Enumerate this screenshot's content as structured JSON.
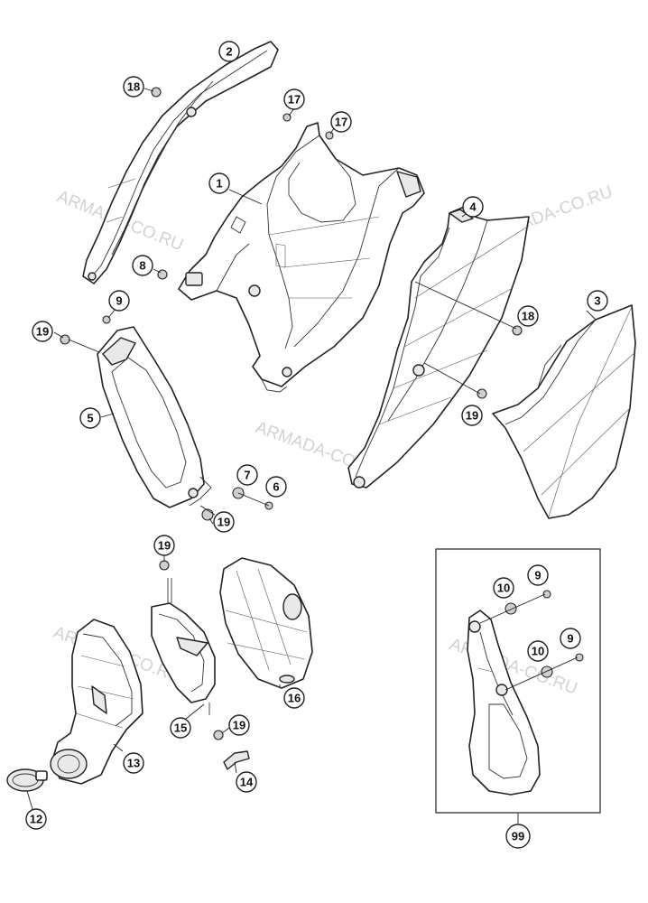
{
  "watermark": "ARMADA-CO.RU",
  "callouts": [
    {
      "id": "c1",
      "label": "1"
    },
    {
      "id": "c2",
      "label": "2"
    },
    {
      "id": "c3",
      "label": "3"
    },
    {
      "id": "c4",
      "label": "4"
    },
    {
      "id": "c5",
      "label": "5"
    },
    {
      "id": "c6",
      "label": "6"
    },
    {
      "id": "c7",
      "label": "7"
    },
    {
      "id": "c8",
      "label": "8"
    },
    {
      "id": "c9a",
      "label": "9"
    },
    {
      "id": "c9b",
      "label": "9"
    },
    {
      "id": "c9c",
      "label": "9"
    },
    {
      "id": "c10a",
      "label": "10"
    },
    {
      "id": "c10b",
      "label": "10"
    },
    {
      "id": "c12",
      "label": "12"
    },
    {
      "id": "c13",
      "label": "13"
    },
    {
      "id": "c14",
      "label": "14"
    },
    {
      "id": "c15",
      "label": "15"
    },
    {
      "id": "c16",
      "label": "16"
    },
    {
      "id": "c17a",
      "label": "17"
    },
    {
      "id": "c17b",
      "label": "17"
    },
    {
      "id": "c18a",
      "label": "18"
    },
    {
      "id": "c18b",
      "label": "18"
    },
    {
      "id": "c19a",
      "label": "19"
    },
    {
      "id": "c19b",
      "label": "19"
    },
    {
      "id": "c19c",
      "label": "19"
    },
    {
      "id": "c19d",
      "label": "19"
    },
    {
      "id": "c19e",
      "label": "19"
    },
    {
      "id": "c99",
      "label": "99"
    }
  ]
}
